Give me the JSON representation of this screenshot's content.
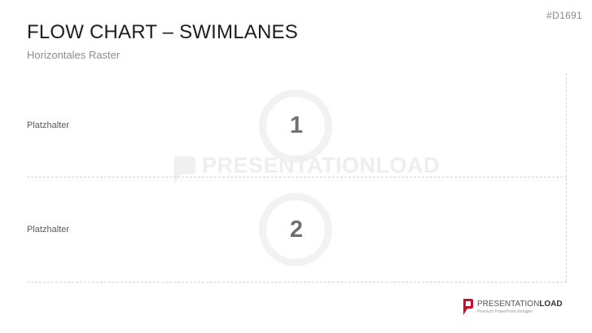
{
  "slide_id": "#D1691",
  "title": "FLOW CHART – SWIMLANES",
  "subtitle": "Horizontales Raster",
  "lanes": [
    {
      "label": "Platzhalter",
      "number": "1"
    },
    {
      "label": "Platzhalter",
      "number": "2"
    }
  ],
  "watermark": "PRESENTATIONLOAD",
  "logo": {
    "brand_light": "PRESENTATION",
    "brand_bold": "LOAD",
    "tagline": "Premium PowerPoint Vorlagen",
    "accent_color": "#c8102e"
  }
}
